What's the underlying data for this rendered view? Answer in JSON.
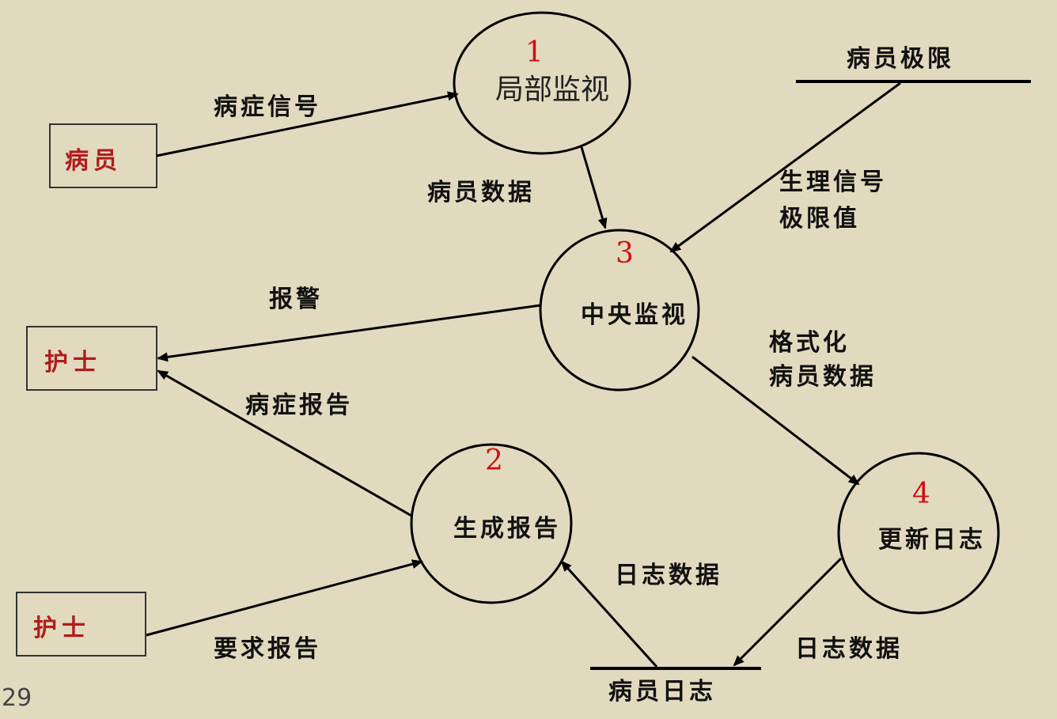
{
  "entities": [
    {
      "id": "patient",
      "label": "病员"
    },
    {
      "id": "nurse1",
      "label": "护士"
    },
    {
      "id": "nurse2",
      "label": "护士"
    }
  ],
  "processes": [
    {
      "num": "1",
      "name": "局部监视"
    },
    {
      "num": "3",
      "name": "中央监视"
    },
    {
      "num": "2",
      "name": "生成报告"
    },
    {
      "num": "4",
      "name": "更新日志"
    }
  ],
  "stores": [
    {
      "label": "病员极限"
    },
    {
      "label": "病员日志"
    }
  ],
  "flows": {
    "symptom_signal": "病症信号",
    "patient_data": "病员数据",
    "phys_limit_1": "生理信号",
    "phys_limit_2": "极限值",
    "alarm": "报警",
    "formatted_1": "格式化",
    "formatted_2": "病员数据",
    "symptom_report": "病症报告",
    "log_data_left": "日志数据",
    "log_data_right": "日志数据",
    "request_report": "要求报告"
  },
  "page_number": "29"
}
